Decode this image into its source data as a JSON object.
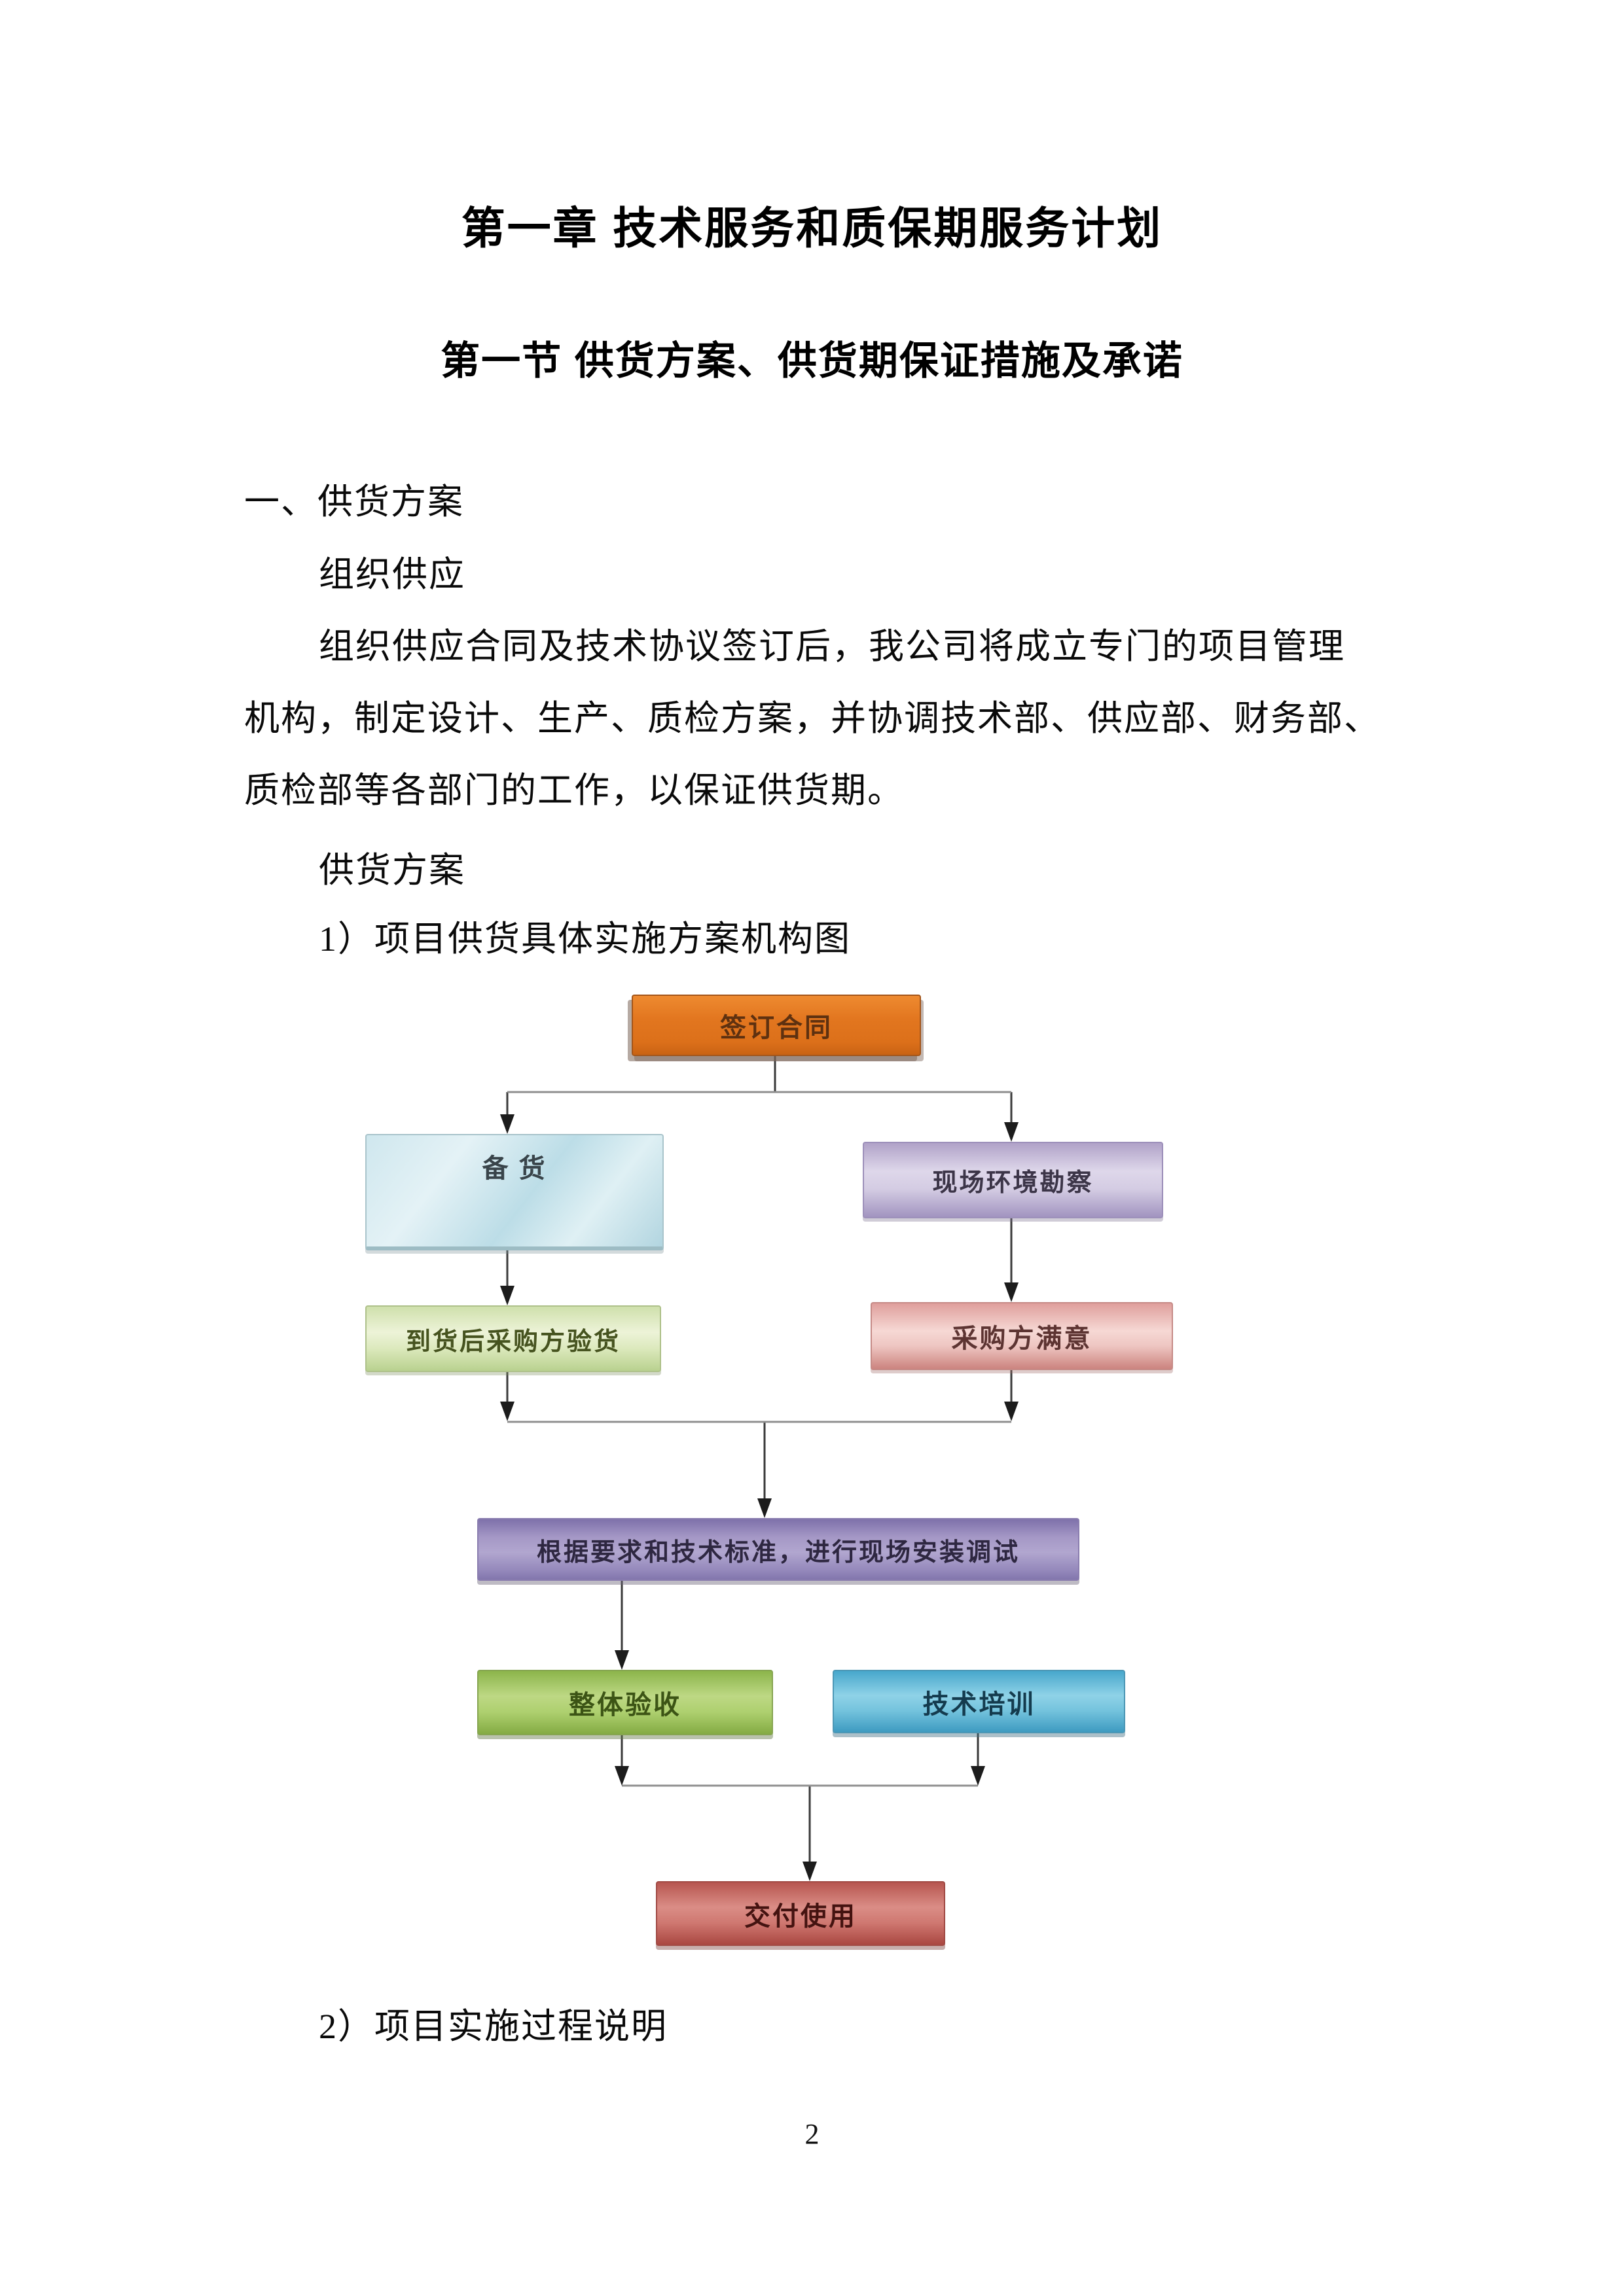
{
  "document": {
    "chapter_title": "第一章 技术服务和质保期服务计划",
    "section_title": "第一节 供货方案、供货期保证措施及承诺",
    "heading_1": "一、供货方案",
    "sub_heading_1": "组织供应",
    "paragraph_line_1": "组织供应合同及技术协议签订后，我公司将成立专门的项目管理",
    "paragraph_line_2": "机构，制定设计、生产、质检方案，并协调技术部、供应部、财务部、",
    "paragraph_line_3": "质检部等各部门的工作，以保证供货期。",
    "sub_heading_2": "供货方案",
    "list_item_1": "1）项目供货具体实施方案机构图",
    "list_item_2": "2）项目实施过程说明",
    "page_number": "2"
  },
  "flowchart": {
    "nodes": {
      "sign_contract": {
        "label": "签订合同",
        "color": "#e2761f"
      },
      "stock_prep": {
        "label": "备 货",
        "color": "#c6e0e9"
      },
      "site_survey": {
        "label": "现场环境勘察",
        "color": "#c9bfdc"
      },
      "goods_inspect": {
        "label": "到货后采购方验货",
        "color": "#d9e7b6"
      },
      "purchaser_satisfied": {
        "label": "采购方满意",
        "color": "#edc5c1"
      },
      "install_debug": {
        "label": "根据要求和技术标准，进行现场安装调试",
        "color": "#a296c3"
      },
      "overall_accept": {
        "label": "整体验收",
        "color": "#aed06f"
      },
      "tech_training": {
        "label": "技术培训",
        "color": "#63bcd9"
      },
      "delivery": {
        "label": "交付使用",
        "color": "#c4665f"
      }
    },
    "edges": [
      [
        "sign_contract",
        "stock_prep"
      ],
      [
        "sign_contract",
        "site_survey"
      ],
      [
        "stock_prep",
        "goods_inspect"
      ],
      [
        "site_survey",
        "purchaser_satisfied"
      ],
      [
        "goods_inspect",
        "install_debug"
      ],
      [
        "purchaser_satisfied",
        "install_debug"
      ],
      [
        "install_debug",
        "overall_accept"
      ],
      [
        "overall_accept",
        "delivery"
      ],
      [
        "tech_training",
        "delivery"
      ]
    ]
  }
}
